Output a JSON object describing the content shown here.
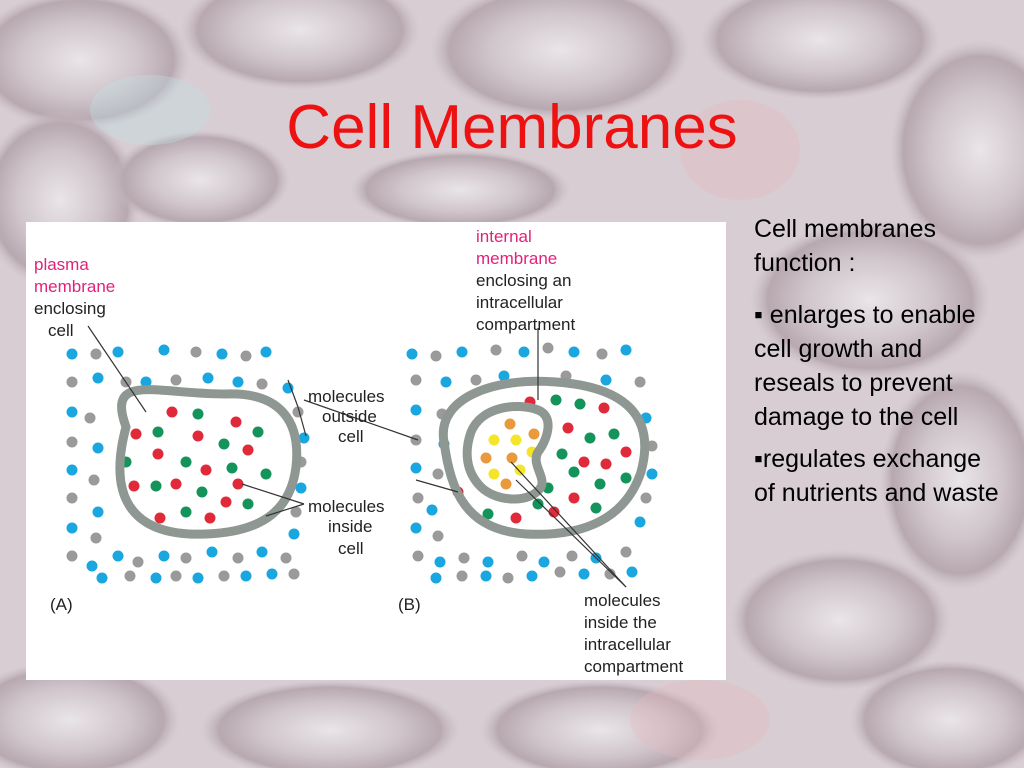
{
  "slide": {
    "title": "Cell Membranes",
    "side_intro": "Cell membranes function :",
    "bullets": [
      "▪ enlarges to enable cell growth and reseals to prevent damage to the cell",
      "▪regulates exchange of nutrients and waste"
    ]
  },
  "figure": {
    "panel_a": {
      "letter": "(A)",
      "label_pink": [
        "plasma",
        "membrane"
      ],
      "label_dark": [
        "enclosing",
        "cell"
      ]
    },
    "panel_b": {
      "letter": "(B)",
      "label_pink": [
        "internal",
        "membrane"
      ],
      "label_dark": [
        "enclosing an",
        "intracellular",
        "compartment"
      ]
    },
    "molecules_outside": [
      "molecules",
      "outside",
      "cell"
    ],
    "molecules_inside": [
      "molecules",
      "inside",
      "cell"
    ],
    "molecules_compartment": [
      "molecules",
      "inside the",
      "intracellular",
      "compartment"
    ]
  },
  "colors": {
    "title": "#ee1111",
    "pink_label": "#e0227a",
    "membrane": "#8f9793",
    "blue_dot": "#1aa6de",
    "grey_dot": "#9a9a9a",
    "red_dot": "#e02a3a",
    "green_dot": "#14935a",
    "orange_dot": "#e89a3c",
    "yellow_dot": "#f5e52a"
  }
}
